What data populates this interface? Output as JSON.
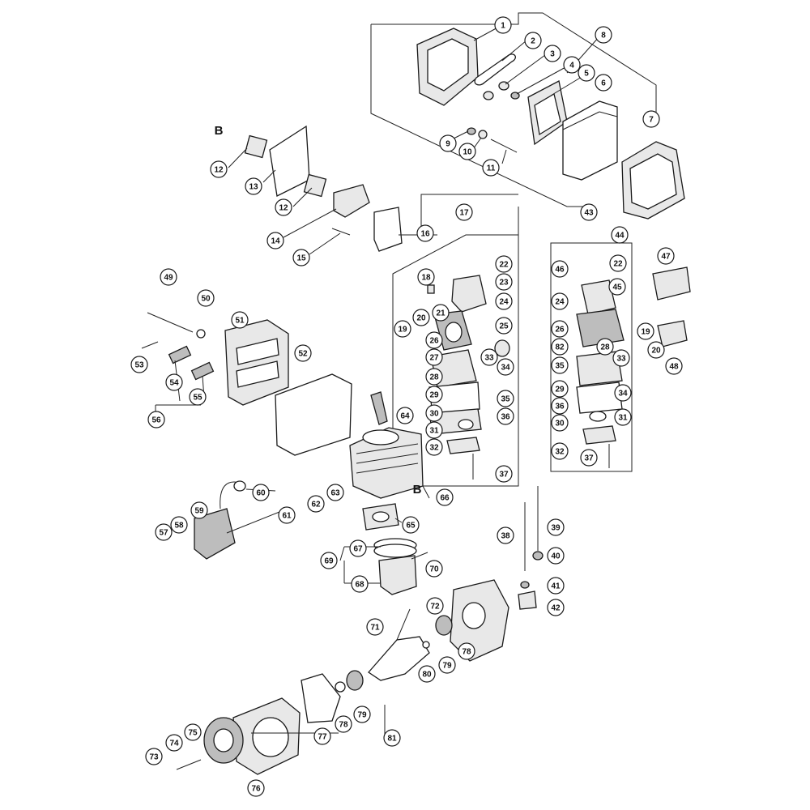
{
  "diagram": {
    "letter_marks": [
      {
        "id": "B-top",
        "text": "B"
      },
      {
        "id": "B-cyl",
        "text": "B"
      }
    ],
    "callouts": [
      {
        "id": "c1",
        "label": "1"
      },
      {
        "id": "c2",
        "label": "2"
      },
      {
        "id": "c3",
        "label": "3"
      },
      {
        "id": "c4",
        "label": "4"
      },
      {
        "id": "c5",
        "label": "5"
      },
      {
        "id": "c6",
        "label": "6"
      },
      {
        "id": "c7",
        "label": "7"
      },
      {
        "id": "c8",
        "label": "8"
      },
      {
        "id": "c9",
        "label": "9"
      },
      {
        "id": "c10",
        "label": "10"
      },
      {
        "id": "c11",
        "label": "11"
      },
      {
        "id": "c12a",
        "label": "12"
      },
      {
        "id": "c12b",
        "label": "12"
      },
      {
        "id": "c13",
        "label": "13"
      },
      {
        "id": "c14",
        "label": "14"
      },
      {
        "id": "c15",
        "label": "15"
      },
      {
        "id": "c16",
        "label": "16"
      },
      {
        "id": "c17",
        "label": "17"
      },
      {
        "id": "c18",
        "label": "18"
      },
      {
        "id": "c19a",
        "label": "19"
      },
      {
        "id": "c20a",
        "label": "20"
      },
      {
        "id": "c21",
        "label": "21"
      },
      {
        "id": "c22a",
        "label": "22"
      },
      {
        "id": "c23",
        "label": "23"
      },
      {
        "id": "c24a",
        "label": "24"
      },
      {
        "id": "c25",
        "label": "25"
      },
      {
        "id": "c26a",
        "label": "26"
      },
      {
        "id": "c27",
        "label": "27"
      },
      {
        "id": "c28a",
        "label": "28"
      },
      {
        "id": "c29a",
        "label": "29"
      },
      {
        "id": "c30a",
        "label": "30"
      },
      {
        "id": "c31a",
        "label": "31"
      },
      {
        "id": "c32a",
        "label": "32"
      },
      {
        "id": "c33a",
        "label": "33"
      },
      {
        "id": "c34a",
        "label": "34"
      },
      {
        "id": "c35a",
        "label": "35"
      },
      {
        "id": "c36a",
        "label": "36"
      },
      {
        "id": "c37a",
        "label": "37"
      },
      {
        "id": "c38",
        "label": "38"
      },
      {
        "id": "c39",
        "label": "39"
      },
      {
        "id": "c40",
        "label": "40"
      },
      {
        "id": "c41",
        "label": "41"
      },
      {
        "id": "c42",
        "label": "42"
      },
      {
        "id": "c43",
        "label": "43"
      },
      {
        "id": "c44",
        "label": "44"
      },
      {
        "id": "c45",
        "label": "45"
      },
      {
        "id": "c46",
        "label": "46"
      },
      {
        "id": "c47",
        "label": "47"
      },
      {
        "id": "c48",
        "label": "48"
      },
      {
        "id": "c22b",
        "label": "22"
      },
      {
        "id": "c24b",
        "label": "24"
      },
      {
        "id": "c19b",
        "label": "19"
      },
      {
        "id": "c20b",
        "label": "20"
      },
      {
        "id": "c26b",
        "label": "26"
      },
      {
        "id": "c82",
        "label": "82"
      },
      {
        "id": "c28b",
        "label": "28"
      },
      {
        "id": "c33b",
        "label": "33"
      },
      {
        "id": "c35b",
        "label": "35"
      },
      {
        "id": "c29b",
        "label": "29"
      },
      {
        "id": "c34b",
        "label": "34"
      },
      {
        "id": "c36b",
        "label": "36"
      },
      {
        "id": "c30b",
        "label": "30"
      },
      {
        "id": "c31b",
        "label": "31"
      },
      {
        "id": "c32b",
        "label": "32"
      },
      {
        "id": "c37b",
        "label": "37"
      },
      {
        "id": "c49",
        "label": "49"
      },
      {
        "id": "c50",
        "label": "50"
      },
      {
        "id": "c51",
        "label": "51"
      },
      {
        "id": "c52",
        "label": "52"
      },
      {
        "id": "c53",
        "label": "53"
      },
      {
        "id": "c54",
        "label": "54"
      },
      {
        "id": "c55",
        "label": "55"
      },
      {
        "id": "c56",
        "label": "56"
      },
      {
        "id": "c57",
        "label": "57"
      },
      {
        "id": "c58",
        "label": "58"
      },
      {
        "id": "c59",
        "label": "59"
      },
      {
        "id": "c60",
        "label": "60"
      },
      {
        "id": "c61",
        "label": "61"
      },
      {
        "id": "c62",
        "label": "62"
      },
      {
        "id": "c63",
        "label": "63"
      },
      {
        "id": "c64",
        "label": "64"
      },
      {
        "id": "c65",
        "label": "65"
      },
      {
        "id": "c66",
        "label": "66"
      },
      {
        "id": "c67",
        "label": "67"
      },
      {
        "id": "c68",
        "label": "68"
      },
      {
        "id": "c69",
        "label": "69"
      },
      {
        "id": "c70",
        "label": "70"
      },
      {
        "id": "c71",
        "label": "71"
      },
      {
        "id": "c72",
        "label": "72"
      },
      {
        "id": "c73",
        "label": "73"
      },
      {
        "id": "c74",
        "label": "74"
      },
      {
        "id": "c75",
        "label": "75"
      },
      {
        "id": "c76",
        "label": "76"
      },
      {
        "id": "c77",
        "label": "77"
      },
      {
        "id": "c78a",
        "label": "78"
      },
      {
        "id": "c78b",
        "label": "78"
      },
      {
        "id": "c79a",
        "label": "79"
      },
      {
        "id": "c79b",
        "label": "79"
      },
      {
        "id": "c80",
        "label": "80"
      },
      {
        "id": "c81",
        "label": "81"
      }
    ]
  }
}
